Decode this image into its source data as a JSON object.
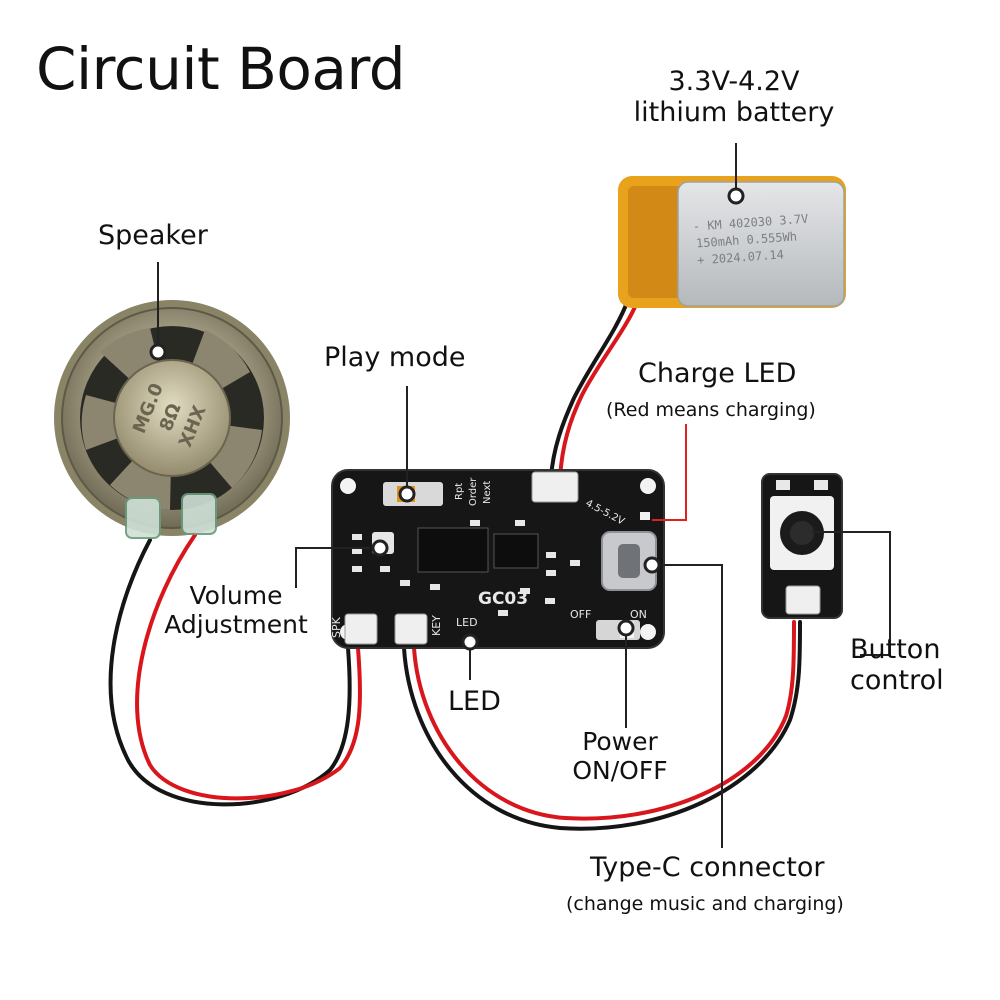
{
  "title": "Circuit Board",
  "labels": {
    "battery_line1": "3.3V-4.2V",
    "battery_line2": "lithium battery",
    "speaker": "Speaker",
    "play_mode": "Play mode",
    "charge_led": "Charge LED",
    "charge_led_note": "(Red means charging)",
    "volume_line1": "Volume",
    "volume_line2": "Adjustment",
    "led": "LED",
    "power_line1": "Power",
    "power_line2": "ON/OFF",
    "button_line1": "Button",
    "button_line2": "control",
    "typec": "Type-C connector",
    "typec_note": "(change music and charging)"
  },
  "battery_print": {
    "line1": "- KM 402030 3.7V",
    "line2": "150mAh 0.555Wh",
    "line3": "+ 2024.07.14"
  },
  "speaker_print": {
    "line1": "MG.0",
    "line2": "8Ω",
    "line3": "XHX"
  },
  "board_print": {
    "model": "GC03",
    "spk": "SPK",
    "key": "KEY",
    "led": "LED",
    "off": "OFF",
    "on": "ON",
    "voltage": "4.5-5.2V",
    "rpt": "Rpt",
    "order": "Order",
    "next": "Next"
  },
  "colors": {
    "text": "#111111",
    "leader": "#222222",
    "charge_leader": "#e0201c",
    "board": "#161616",
    "wire_red": "#d8161c",
    "wire_black": "#151515",
    "battery_wrap": "#e8a21c",
    "battery_body": "#c9cbcd"
  }
}
